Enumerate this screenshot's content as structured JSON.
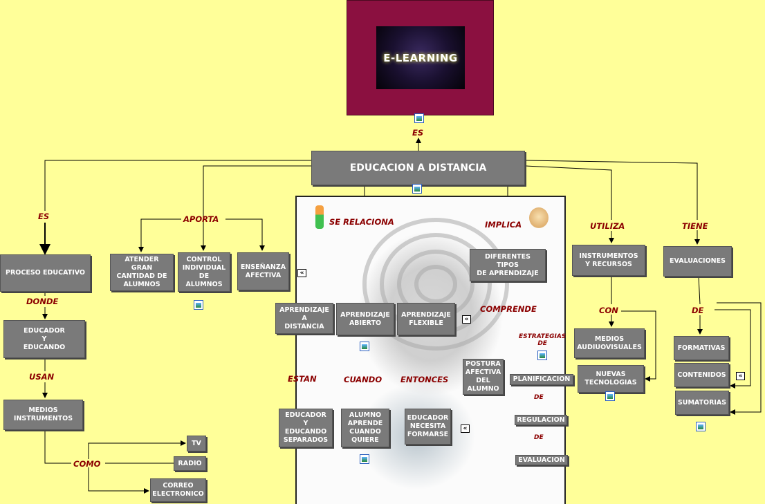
{
  "title_image_text": "E-LEARNING",
  "central": "EDUCACION A DISTANCIA",
  "nodes": {
    "proceso": "PROCESO EDUCATIVO",
    "educador_educando": "EDUCADOR\nY\nEDUCANDO",
    "medios_instrumentos": "MEDIOS\nINSTRUMENTOS",
    "tv": "TV",
    "radio": "RADIO",
    "correo": "CORREO\nELECTRONICO",
    "atender": "ATENDER GRAN\nCANTIDAD DE\nALUMNOS",
    "control": "CONTROL\nINDIVIDUAL\nDE ALUMNOS",
    "ensenanza": "ENSEÑANZA\nAFECTIVA",
    "aprend_distancia": "APRENDIZAJE\nA\nDISTANCIA",
    "aprend_abierto": "APRENDIZAJE\nABIERTO",
    "aprend_flexible": "APRENDIZAJE\nFLEXIBLE",
    "educador_separados": "EDUCADOR Y\nEDUCANDO\nSEPARADOS",
    "alumno_aprende": "ALUMNO\nAPRENDE\nCUANDO\nQUIERE",
    "educador_necesita": "EDUCADOR\nNECESITA\nFORMARSE",
    "diferentes": "DIFERENTES TIPOS\nDE APRENDIZAJE",
    "postura": "POSTURA\nAFECTIVA\nDEL\nALUMNO",
    "planificacion": "PLANIFICACION",
    "regulacion": "REGULACION",
    "evaluacion": "EVALUACION",
    "instrumentos": "INSTRUMENTOS\nY RECURSOS",
    "medios_audio": "MEDIOS\nAUDIUOVISUALES",
    "nuevas": "NUEVAS\nTECNOLOGIAS",
    "evaluaciones": "EVALUACIONES",
    "formativas": "FORMATIVAS",
    "contenidos": "CONTENIDOS",
    "sumatorias": "SUMATORIAS"
  },
  "links": {
    "es_top": "ES",
    "es_left": "ES",
    "donde": "DONDE",
    "usan": "USAN",
    "como": "COMO",
    "aporta": "APORTA",
    "se_relaciona": "SE RELACIONA",
    "estan": "ESTAN",
    "cuando": "CUANDO",
    "entonces": "ENTONCES",
    "implica": "IMPLICA",
    "comprende": "COMPRENDE",
    "estrategias": "ESTRATEGIAS\nDE",
    "de1": "DE",
    "de2": "DE",
    "utiliza": "UTILIZA",
    "con": "CON",
    "tiene": "TIENE",
    "de_right": "DE"
  },
  "nav_glyph": "«"
}
